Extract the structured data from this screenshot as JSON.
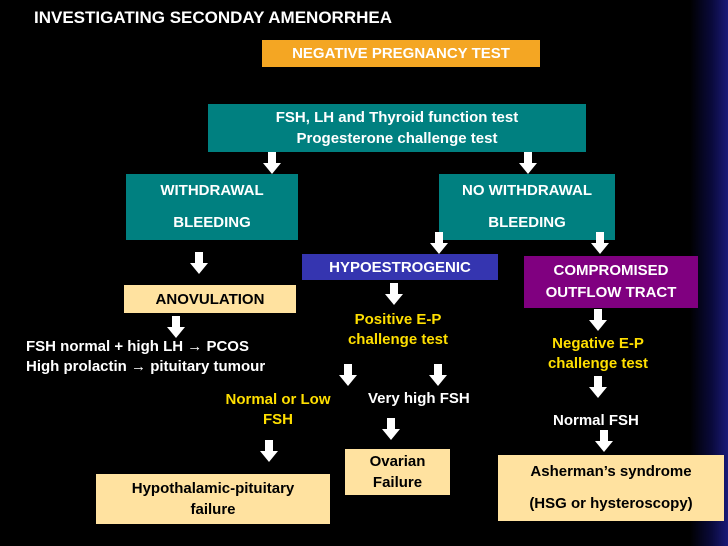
{
  "title": "INVESTIGATING SECONDAY AMENORRHEA",
  "colors": {
    "orange": "#f4a623",
    "teal": "#008080",
    "blue": "#3535b0",
    "purple": "#800080",
    "tan": "#ffe2a0",
    "yellow": "#ffdf00",
    "white": "#ffffff"
  },
  "nodes": {
    "negative_pregnancy": "NEGATIVE PREGNANCY TEST",
    "tests": {
      "line1": "FSH, LH and Thyroid function test",
      "line2": "Progesterone challenge test"
    },
    "withdrawal": {
      "line1": "WITHDRAWAL",
      "line2": "BLEEDING"
    },
    "no_withdrawal": {
      "line1": "NO WITHDRAWAL",
      "line2": "BLEEDING"
    },
    "hypoestrogenic": "HYPOESTROGENIC",
    "compromised": {
      "line1": "COMPROMISED",
      "line2": "OUTFLOW TRACT"
    },
    "anovulation": "ANOVULATION",
    "pcos": {
      "part1": "FSH normal + high LH",
      "arrow": "→",
      "part2": "PCOS"
    },
    "prolactin": {
      "part1": "High prolactin",
      "arrow": "→",
      "part2": "pituitary tumour"
    },
    "positive_ep": {
      "line1": "Positive E-P",
      "line2": "challenge test"
    },
    "negative_ep": {
      "line1": "Negative E-P",
      "line2": "challenge test"
    },
    "normal_low_fsh": {
      "line1": "Normal or Low",
      "line2": "FSH"
    },
    "very_high_fsh": "Very high FSH",
    "normal_fsh": "Normal FSH",
    "ovarian_failure": {
      "line1": "Ovarian",
      "line2": "Failure"
    },
    "asherman": {
      "line1": "Asherman’s syndrome",
      "line2": "(HSG or hysteroscopy)"
    },
    "hypothalamic": {
      "line1": "Hypothalamic-pituitary",
      "line2": "failure"
    }
  },
  "arrows": [
    {
      "id": "arrow-to-withdrawal",
      "icon": "down-arrow-icon"
    },
    {
      "id": "arrow-to-no-withdrawal",
      "icon": "down-arrow-icon"
    },
    {
      "id": "arrow-to-anovulation",
      "icon": "down-arrow-icon"
    },
    {
      "id": "arrow-to-hypoestrogenic",
      "icon": "down-arrow-icon"
    },
    {
      "id": "arrow-to-compromised",
      "icon": "down-arrow-icon"
    }
  ]
}
